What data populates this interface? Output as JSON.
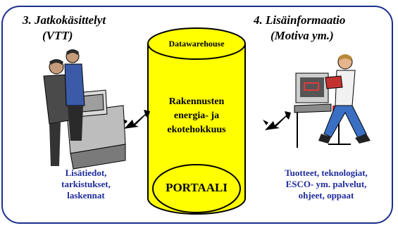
{
  "left": {
    "heading_line1": "3. Jatkokäsittelyt",
    "heading_line2": "(VTT)",
    "desc_lines": [
      "Lisätiedot,",
      "tarkistukset,",
      "laskennat"
    ]
  },
  "right": {
    "heading_line1": "4. Lisäinformaatio",
    "heading_line2": "(Motiva ym.)",
    "desc_lines": [
      "Tuotteet, teknologiat,",
      "ESCO- ym. palvelut,",
      "ohjeet, oppaat"
    ]
  },
  "center": {
    "top_label": "Datawarehouse",
    "mid_lines": [
      "Rakennusten",
      "energia- ja",
      "ekotehokkuus"
    ],
    "bottom_label": "PORTAALI"
  },
  "colors": {
    "frame": "#1b2f8f",
    "cylinder": "#ffff00",
    "accent_text": "#1f2b9c"
  }
}
